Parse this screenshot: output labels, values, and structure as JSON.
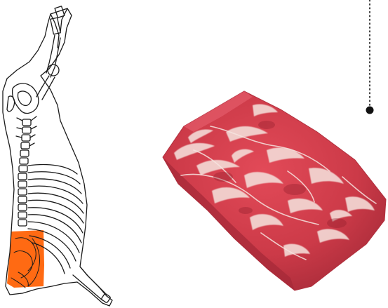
{
  "illustration": {
    "carcass_diagram": "beef-carcass-outline",
    "highlighted_cut": "brisket-region",
    "product_photo": "raw-marbled-beef-block",
    "connector": "dotted-leader-line"
  },
  "colors": {
    "highlight": "#ff6a13",
    "outline": "#1a1a1a",
    "meat_base": "#cc3a48",
    "meat_dark": "#9e2230",
    "fat": "#f3d8d4",
    "connector": "#111111"
  }
}
